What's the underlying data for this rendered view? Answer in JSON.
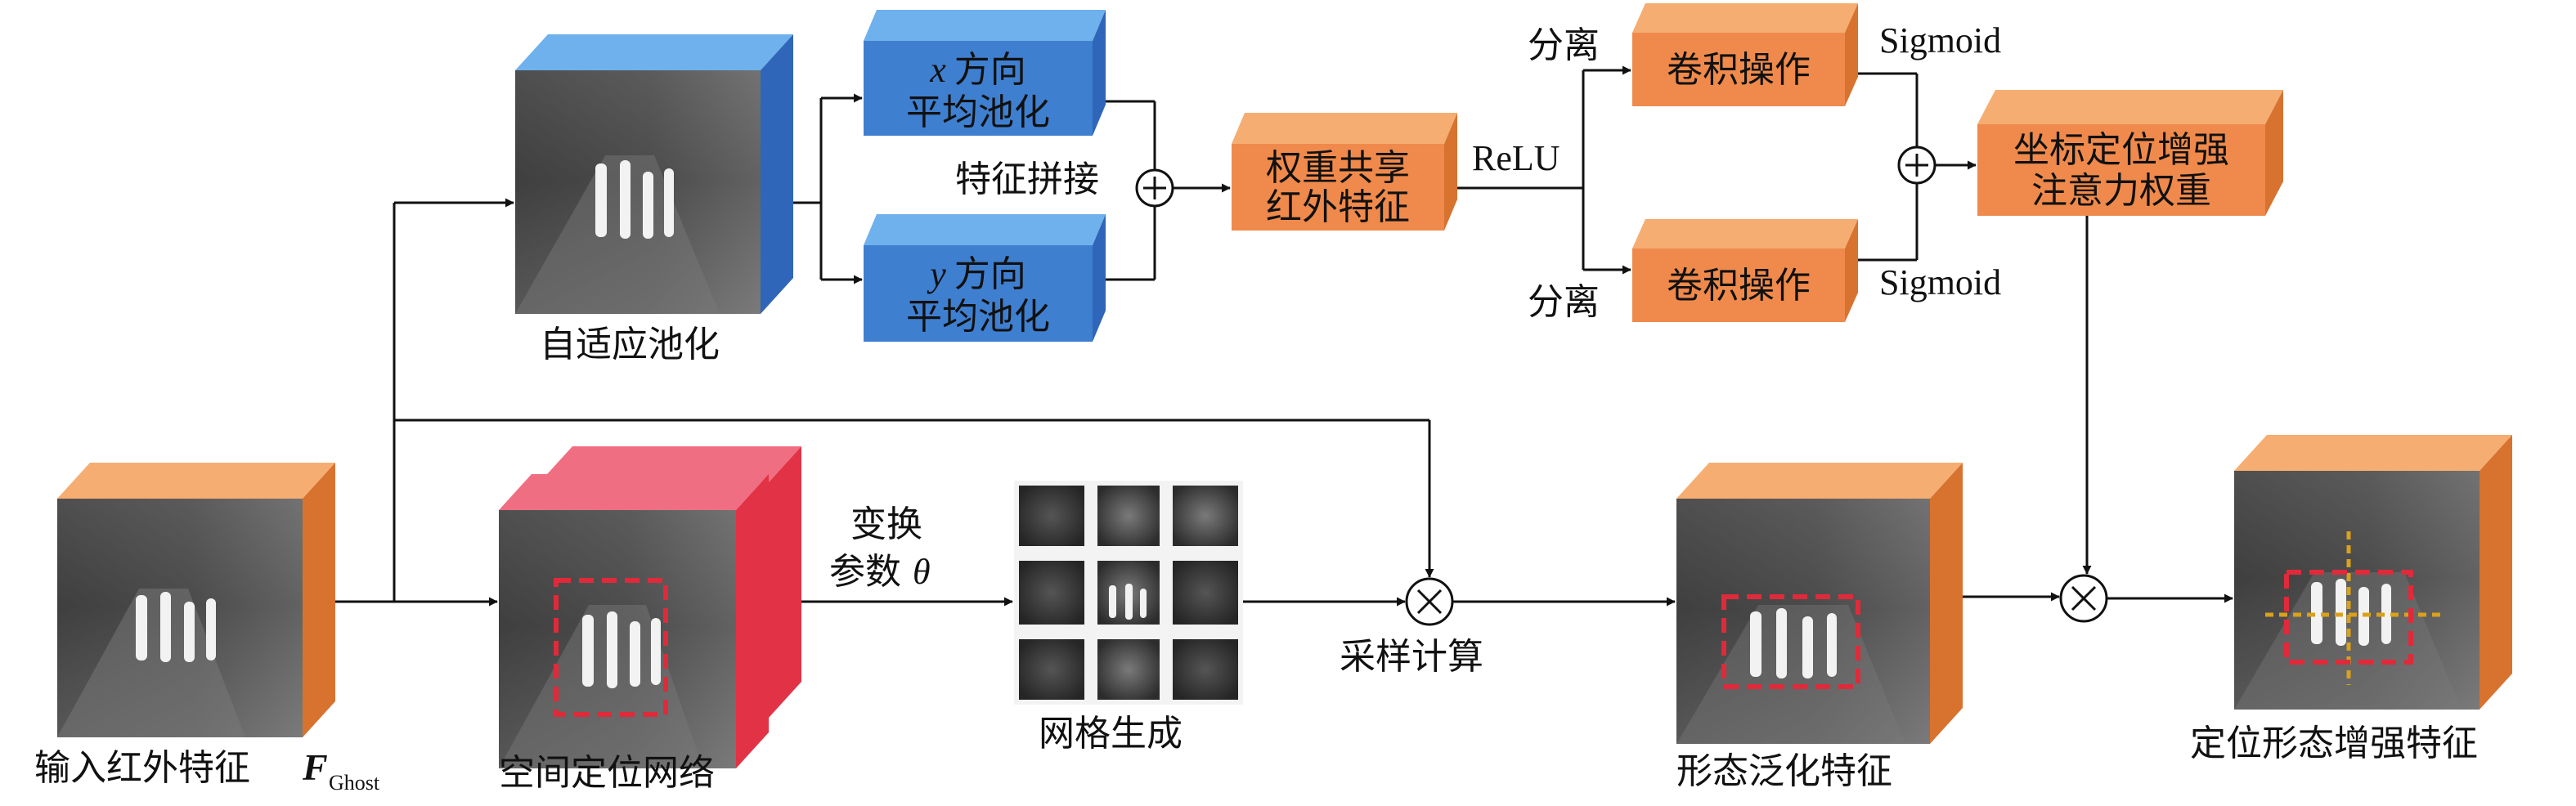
{
  "nodes": {
    "input_feature": "输入红外特征",
    "input_symbol": "F",
    "input_subscript": "Ghost",
    "adaptive_pooling": "自适应池化",
    "x_pool_var": "x",
    "x_pool_line1": "方向",
    "x_pool_line2": "平均池化",
    "y_pool_var": "y",
    "y_pool_line1": "方向",
    "y_pool_line2": "平均池化",
    "concat": "特征拼接",
    "weight_share_line1": "权重共享",
    "weight_share_line2": "红外特征",
    "relu": "ReLU",
    "split_top": "分离",
    "split_bottom": "分离",
    "conv_top": "卷积操作",
    "conv_bottom": "卷积操作",
    "sigmoid_top": "Sigmoid",
    "sigmoid_bottom": "Sigmoid",
    "coord_line1": "坐标定位增强",
    "coord_line2": "注意力权重",
    "spatial_network": "空间定位网络",
    "transform_line1": "变换",
    "transform_line2": "参数",
    "theta": "θ",
    "grid_gen": "网格生成",
    "sampling": "采样计算",
    "morph_feature": "形态泛化特征",
    "final_feature": "定位形态增强特征"
  },
  "colors": {
    "orange_face": "#ef8a4c",
    "orange_top": "#f5ad72",
    "orange_side": "#d8722f",
    "blue_face": "#3f7fd0",
    "blue_top": "#6fb1ec",
    "blue_side": "#2f66b9",
    "red_face": "#f06e82",
    "red_side": "#e23245"
  }
}
